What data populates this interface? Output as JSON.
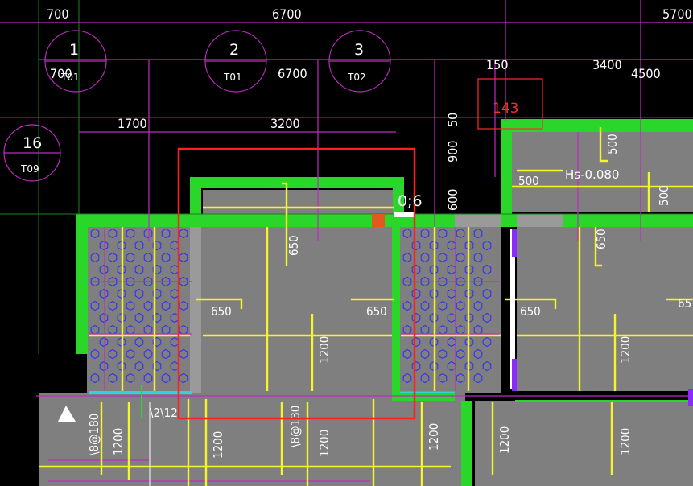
{
  "colors": {
    "background": "#000000",
    "slab_gray": "#7f7f7f",
    "wall_green": "#2ad62a",
    "grid_magenta": "#c02ac0",
    "rebar_yellow": "#f5f52a",
    "selection_red": "#ff2020",
    "hatch_blue": "#2a2aff",
    "axis_green": "#1f7f1f"
  },
  "top_dims": {
    "d700": "700",
    "d6700": "6700",
    "d5700": "5700"
  },
  "axes": [
    {
      "num": "1",
      "tag": "T01"
    },
    {
      "num": "2",
      "tag": "T01"
    },
    {
      "num": "3",
      "tag": "T02"
    },
    {
      "num": "16",
      "tag": "T09"
    }
  ],
  "row2_dims": {
    "d700": "700",
    "d6700": "6700",
    "d150": "150",
    "d3400": "3400",
    "d4500": "4500"
  },
  "row3_dims": {
    "d1700": "1700",
    "d3200": "3200"
  },
  "marker_143": "143",
  "vertical_dims": {
    "d50": "50",
    "d900": "900",
    "d600": "600"
  },
  "elevation_label": "Hs-0.080",
  "slab_label": "0;6",
  "rebar_labels": {
    "r500": "500",
    "r650": "650",
    "r1200": "1200",
    "r65": "65",
    "bar180": "\\8@180",
    "bar130": "\\8@130",
    "bar_code": "\\2\\12"
  }
}
